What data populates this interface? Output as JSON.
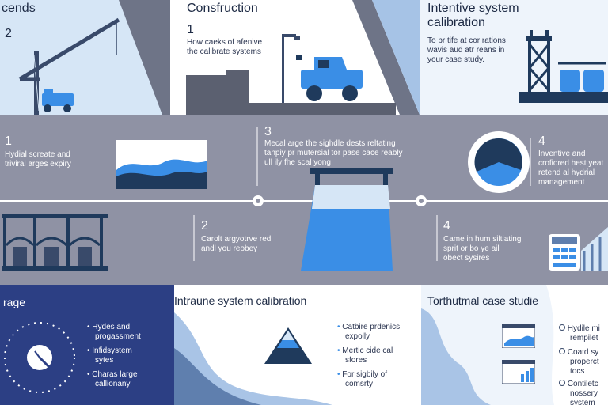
{
  "colors": {
    "gray_band": "#8f92a4",
    "navy": "#2c3f84",
    "light_blue": "#cfe0f5",
    "steel_blue": "#5f7fae",
    "accent_blue": "#3a8ee6",
    "dark_navy": "#1f3a5c",
    "slate": "#6e7487"
  },
  "top": {
    "left_title": "cends",
    "left_number": "2",
    "center_title": "Consfruction",
    "center_number": "1",
    "center_text": [
      "How caeks of afenive",
      "the calibrate systems"
    ],
    "right_title_1": "Intentive system",
    "right_title_2": "calibration",
    "right_text": [
      "To pr tife at cor rations",
      "wavis aud atr reans in",
      "your case study."
    ]
  },
  "middle": {
    "item1_number": "1",
    "item1_text": [
      "Hydial screate and",
      "triviral arges expiry"
    ],
    "item3_number": "3",
    "item3_text": [
      "Mecal arge the sighdle dests reltating",
      "tanpiy pr mutersial tor pase cace reably",
      "ull ily fhe scal yong"
    ],
    "item4_number": "4",
    "item4_text": [
      "Inventive and",
      "crofiored hest yeat",
      "retend al hydrial",
      "management"
    ],
    "item2_number": "2",
    "item2_text": [
      "Carolt argyotrve red",
      "andl you reobey"
    ],
    "item4b_number": "4",
    "item4b_text": [
      "Came in hum siltiating",
      "sprit or bo ye ail",
      "obect sysires"
    ]
  },
  "bottom": {
    "left_title": "rage",
    "left_items": [
      "Hydes and",
      "progassment",
      "Infidsystem",
      "sytes",
      "Charas large",
      "callionany"
    ],
    "center_title": "Intraune system calibration",
    "center_items": [
      "Catbire prdenics",
      "expolly",
      "Mertic cide cal",
      "sfores",
      "For sigbily of",
      "comsrty"
    ],
    "right_title": "Torthutmal case studie",
    "right_items": [
      "Hydile mi",
      "rempilet",
      "Coatd sy",
      "properct",
      "tocs",
      "Contiletc",
      "nossery",
      "system"
    ]
  }
}
